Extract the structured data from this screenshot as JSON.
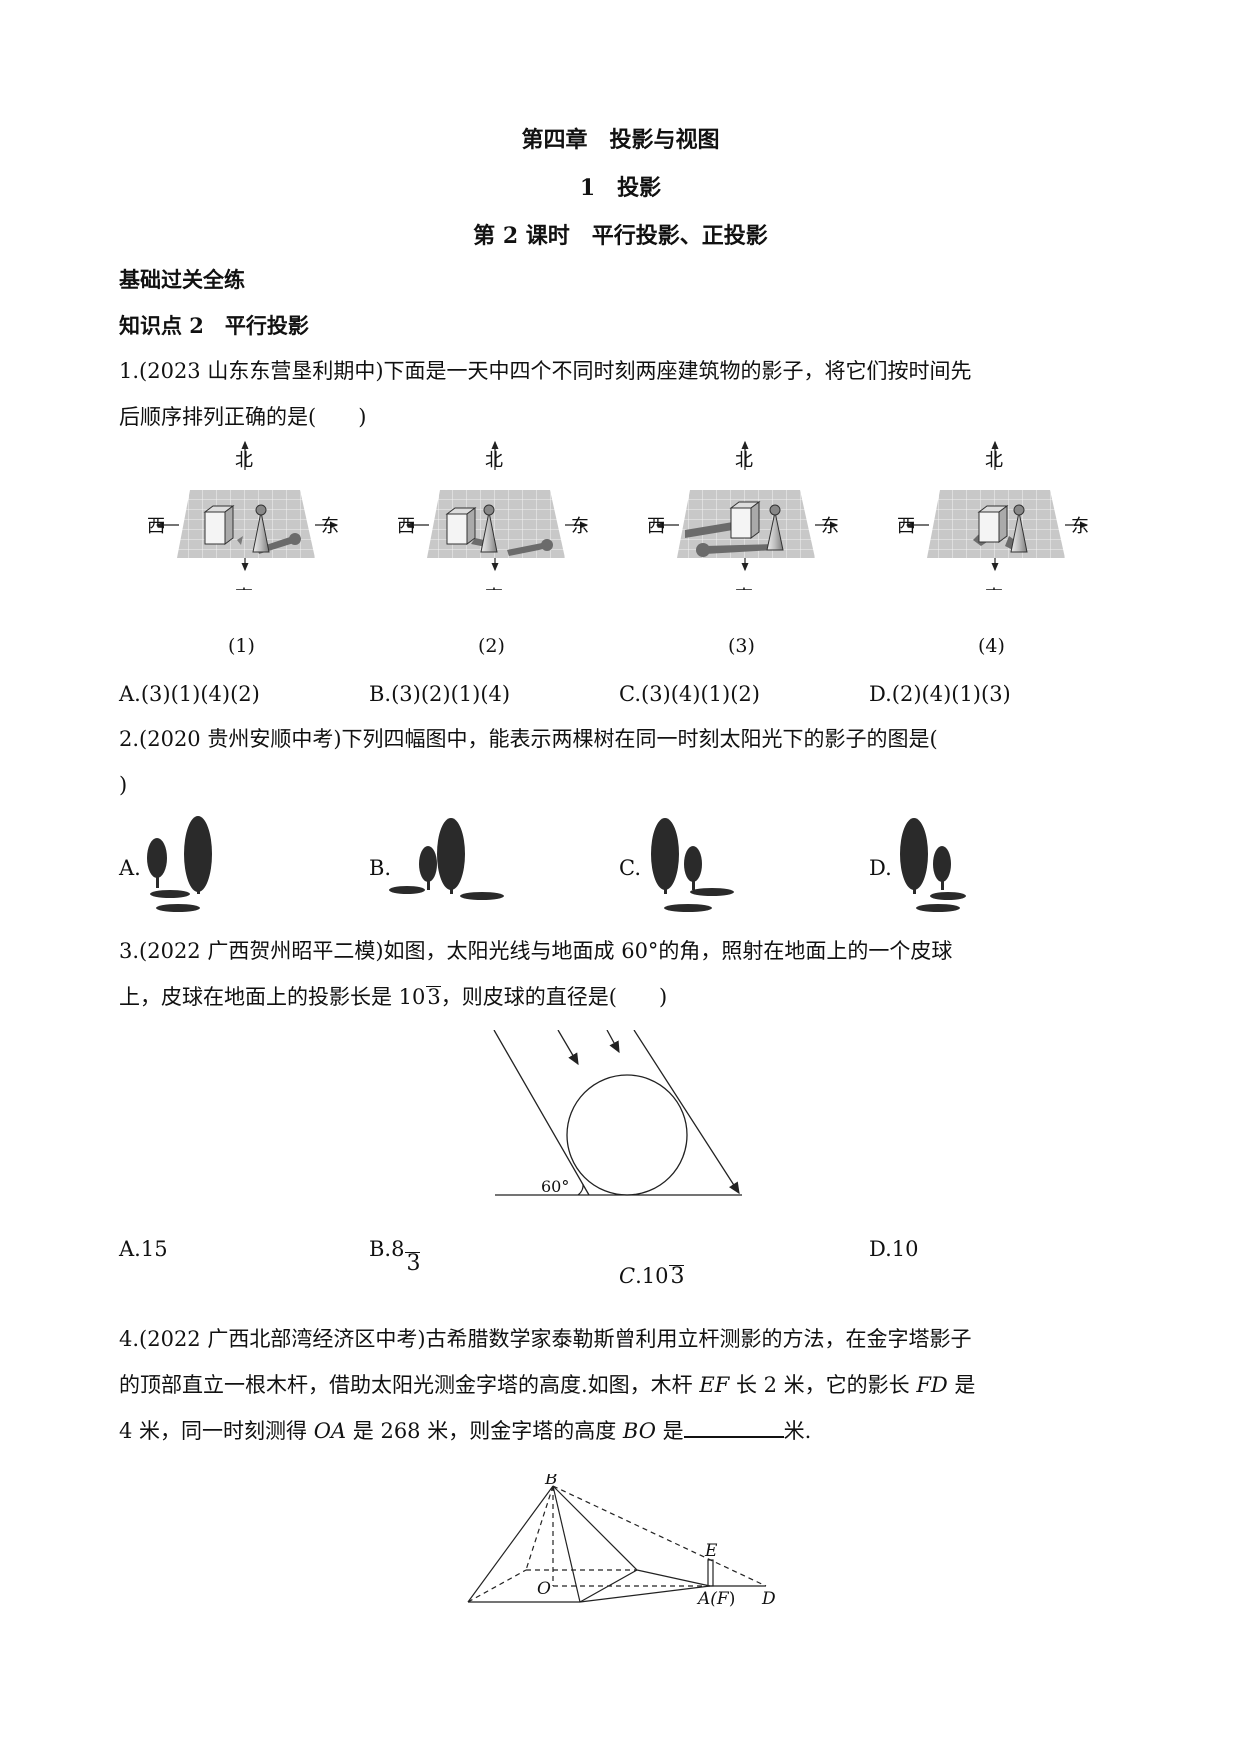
{
  "header": {
    "chapter": "第四章　投影与视图",
    "section": "1　投影",
    "lesson": "第 2 课时　平行投影、正投影"
  },
  "headings": {
    "practice": "基础过关全练",
    "point": "知识点 2　平行投影"
  },
  "q1": {
    "line1": "1.(2023 山东东营垦利期中)下面是一天中四个不同时刻两座建筑物的影子，将它们按时间先",
    "line2": "后顺序排列正确的是(　　)",
    "compass": {
      "north": "北",
      "south": "南",
      "west": "西",
      "east": "东"
    },
    "figure_labels": [
      "(1)",
      "(2)",
      "(3)",
      "(4)"
    ],
    "options": [
      "A.(3)(1)(4)(2)",
      "B.(3)(2)(1)(4)",
      "C.(3)(4)(1)(2)",
      "D.(2)(4)(1)(3)"
    ]
  },
  "q2": {
    "line1": "2.(2020 贵州安顺中考)下列四幅图中，能表示两棵树在同一时刻太阳光下的影子的图是(",
    "line2": ")",
    "options": [
      "A.",
      "B.",
      "C.",
      "D."
    ]
  },
  "q3": {
    "line1": "3.(2022 广西贺州昭平二模)如图，太阳光线与地面成 60°的角，照射在地面上的一个皮球",
    "line2_pre": "上，皮球在地面上的投影长是 10",
    "line2_rad": "3",
    "line2_post": "，则皮球的直径是(　　)",
    "angle_label": "60°",
    "options": {
      "a": "A.15",
      "b_pre": "B.8",
      "b_rad": "3",
      "c_pre": "C",
      "c_mid": ".10",
      "c_rad": "3",
      "d": "D.10"
    }
  },
  "q4": {
    "line1": "4.(2022 广西北部湾经济区中考)古希腊数学家泰勒斯曾利用立杆测影的方法，在金字塔影子",
    "line2_a": "的顶部直立一根木杆，借助太阳光测金字塔的高度.如图，木杆 ",
    "var_ef": "EF",
    "line2_b": " 长 2 米，它的影长 ",
    "var_fd": "FD",
    "line2_c": " 是",
    "line3_a": "4 米，同一时刻测得 ",
    "var_oa": "OA",
    "line3_b": " 是 268 米，则金字塔的高度 ",
    "var_bo": "BO",
    "line3_c": " 是",
    "line3_d": "米.",
    "points": {
      "b": "B",
      "e": "E",
      "o": "O",
      "a": "A(",
      "f": "F",
      "close": ")",
      "d": "D"
    }
  }
}
